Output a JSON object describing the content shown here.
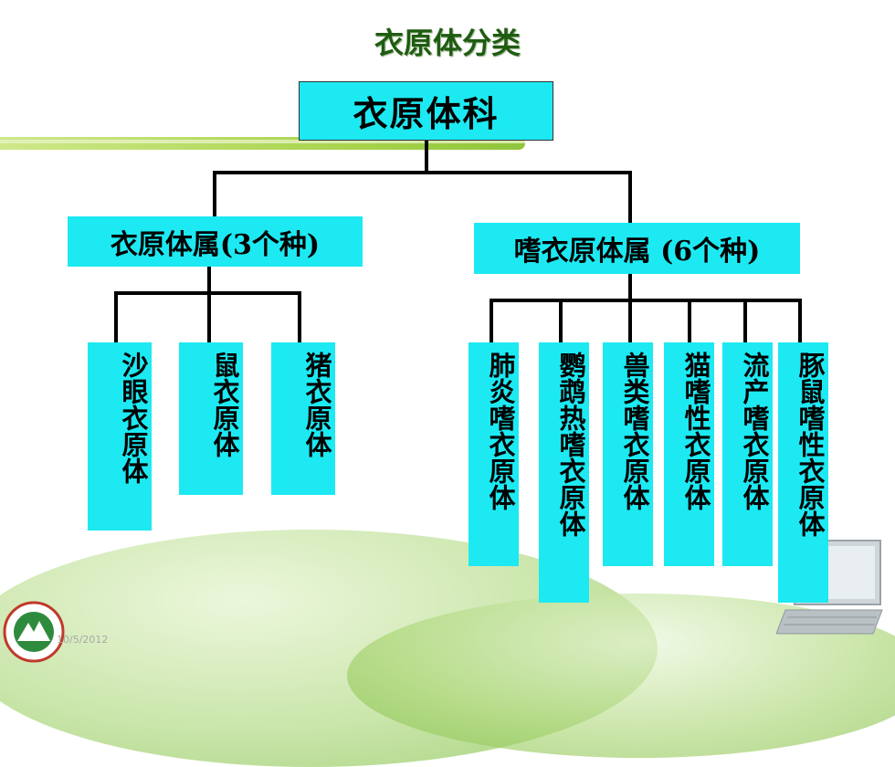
{
  "title": "衣原体分类",
  "root": {
    "label": "衣原体科"
  },
  "genera": [
    {
      "label": "衣原体属(3个种)"
    },
    {
      "label": "嗜衣原体属 (6个种)"
    }
  ],
  "species": [
    "沙眼衣原体",
    "鼠衣原体",
    "猪衣原体",
    "肺炎嗜衣原体",
    "鹦鹉热嗜衣原体",
    "兽类嗜衣原体",
    "猫嗜性衣原体",
    "流产嗜衣原体",
    "豚鼠嗜性衣原体"
  ],
  "footer": {
    "date": "10/5/2012"
  },
  "colors": {
    "box": "#1de9f2",
    "title": "#1f5c12",
    "accent_band": "#a6d24a"
  }
}
